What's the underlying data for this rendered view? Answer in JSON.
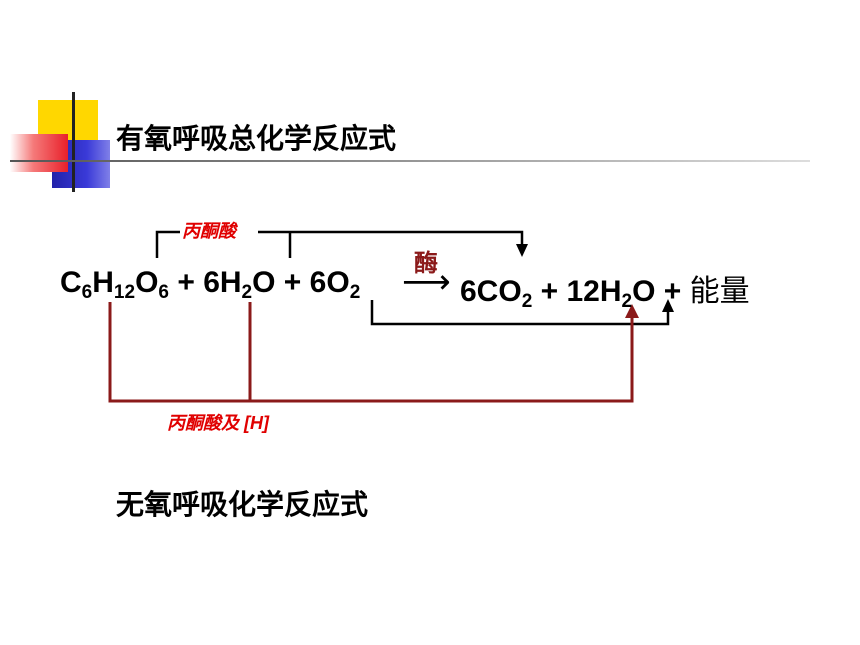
{
  "slide": {
    "title_aerobic": "有氧呼吸总化学反应式",
    "title_anaerobic": "无氧呼吸化学反应式"
  },
  "equation": {
    "glucose": {
      "c": "C",
      "c_sub": "6",
      "h": "H",
      "h_sub": "12",
      "o": "O",
      "o_sub": "6"
    },
    "plus1": " + ",
    "water_left": {
      "coef": "6H",
      "sub": "2",
      "o": "O"
    },
    "plus2": " + ",
    "oxygen": {
      "coef": "6O",
      "sub": "2"
    },
    "arrow": "⟶",
    "enzyme": "酶",
    "co2": {
      "coef": "6CO",
      "sub": "2"
    },
    "plus3": " + ",
    "water_right": {
      "coef": "12H",
      "sub": "2",
      "o": "O"
    },
    "plus4": " + ",
    "energy": "能量"
  },
  "annotations": {
    "top_label": "丙酮酸",
    "bottom_label": "丙酮酸及 [H]"
  },
  "colors": {
    "dark_red": "#8B1A1A",
    "note_red": "#e00000",
    "deco_yellow": "#FFD700",
    "deco_red": "#E8202A",
    "deco_blue": "#2A2ABF"
  }
}
